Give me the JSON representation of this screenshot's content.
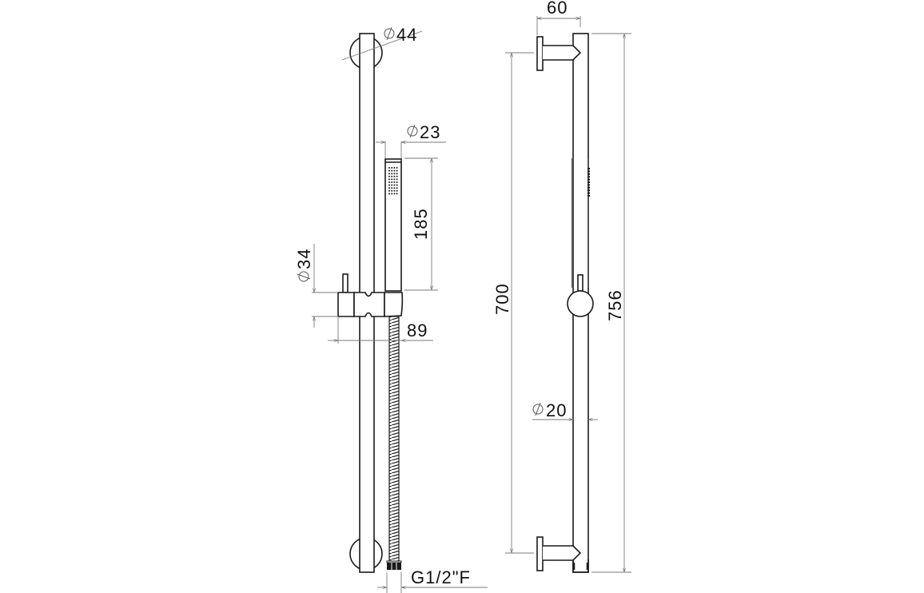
{
  "drawing": {
    "title": "Shower slide rail with hand shower – technical drawing",
    "views": [
      "front-view",
      "side-view"
    ],
    "line_color": "#1a1a1a",
    "dimension_color": "#7a7a7a"
  },
  "front_view": {
    "dimensions": {
      "wall_flange_diameter": {
        "symbol": "⌀",
        "value": "44"
      },
      "hand_shower_diameter": {
        "symbol": "⌀",
        "value": "23"
      },
      "hand_shower_length": {
        "value": "185"
      },
      "holder_height": {
        "symbol": "⌀",
        "value": "34"
      },
      "holder_depth": {
        "value": "89"
      },
      "hose_connection": {
        "value": "G1/2\"F"
      }
    }
  },
  "side_view": {
    "dimensions": {
      "wall_projection": {
        "value": "60"
      },
      "bracket_centers": {
        "value": "700"
      },
      "overall_height": {
        "value": "756"
      },
      "rail_diameter": {
        "symbol": "⌀",
        "value": "20"
      }
    }
  }
}
